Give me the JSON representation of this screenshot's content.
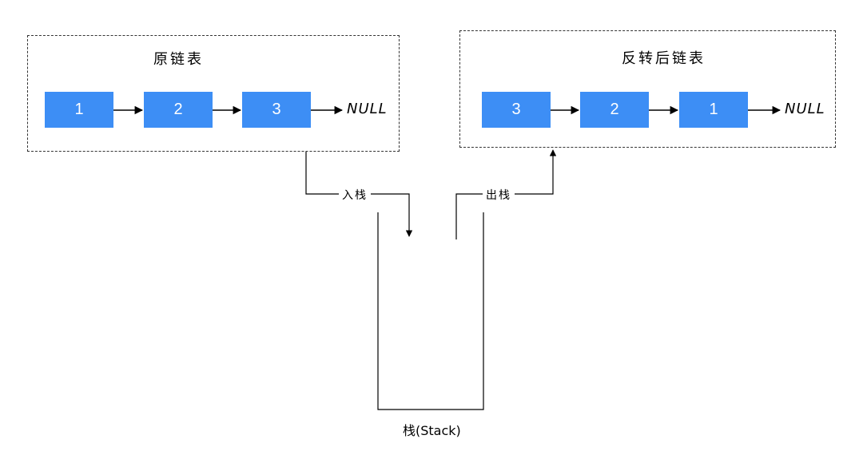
{
  "original_list": {
    "title": "原链表",
    "nodes": [
      "1",
      "2",
      "3"
    ],
    "terminal": "NULL"
  },
  "reversed_list": {
    "title": "反转后链表",
    "nodes": [
      "3",
      "2",
      "1"
    ],
    "terminal": "NULL"
  },
  "push_label": "入栈",
  "pop_label": "出栈",
  "stack_label": "栈(Stack)",
  "colors": {
    "node_fill": "#3d8ef5",
    "node_text": "#ffffff",
    "line": "#000000",
    "dashed_border": "#333333"
  }
}
